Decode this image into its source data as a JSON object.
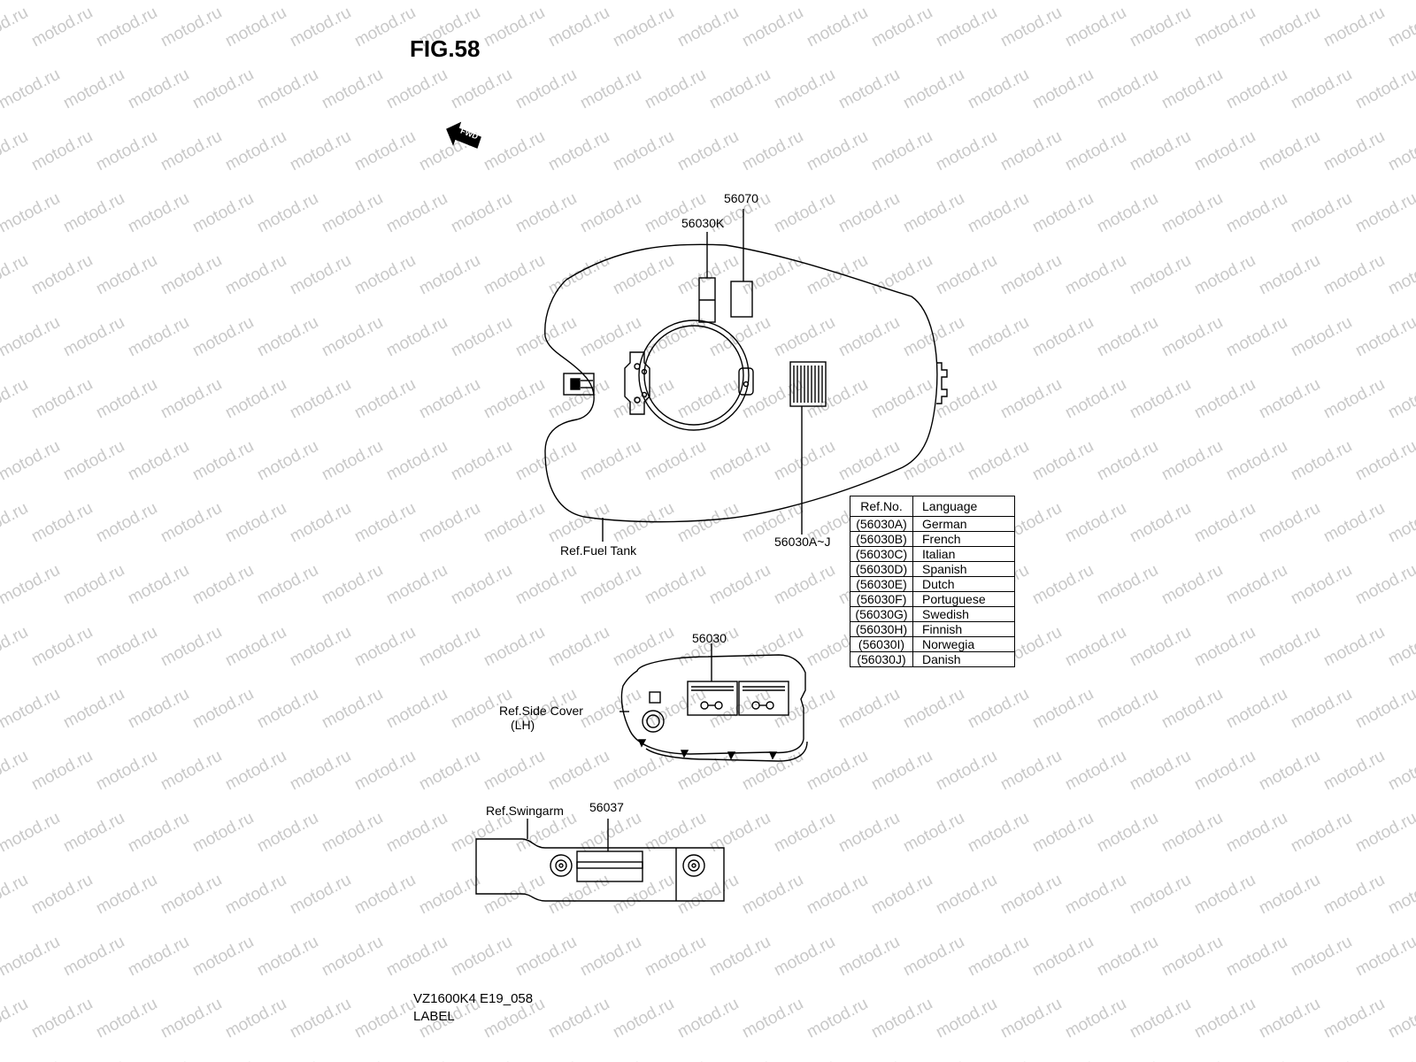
{
  "watermark_text": "motod.ru",
  "figure": {
    "title": "FIG.58",
    "fwd_label": "FWD"
  },
  "callouts": {
    "c56070": "56070",
    "c56030K": "56030K",
    "fuel_tank": "Ref.Fuel Tank",
    "c56030AJ": "56030A~J",
    "c56030": "56030",
    "side_cover_line1": "Ref.Side Cover",
    "side_cover_line2": "(LH)",
    "swingarm": "Ref.Swingarm",
    "c56037": "56037"
  },
  "table": {
    "headers": [
      "Ref.No.",
      "Language"
    ],
    "rows": [
      [
        "(56030A)",
        "German"
      ],
      [
        "(56030B)",
        "French"
      ],
      [
        "(56030C)",
        "Italian"
      ],
      [
        "(56030D)",
        "Spanish"
      ],
      [
        "(56030E)",
        "Dutch"
      ],
      [
        "(56030F)",
        "Portuguese"
      ],
      [
        "(56030G)",
        "Swedish"
      ],
      [
        "(56030H)",
        "Finnish"
      ],
      [
        "(56030I)",
        "Norwegia"
      ],
      [
        "(56030J)",
        "Danish"
      ]
    ]
  },
  "footer": {
    "model_code": "VZ1600K4 E19_058",
    "section": "LABEL"
  }
}
